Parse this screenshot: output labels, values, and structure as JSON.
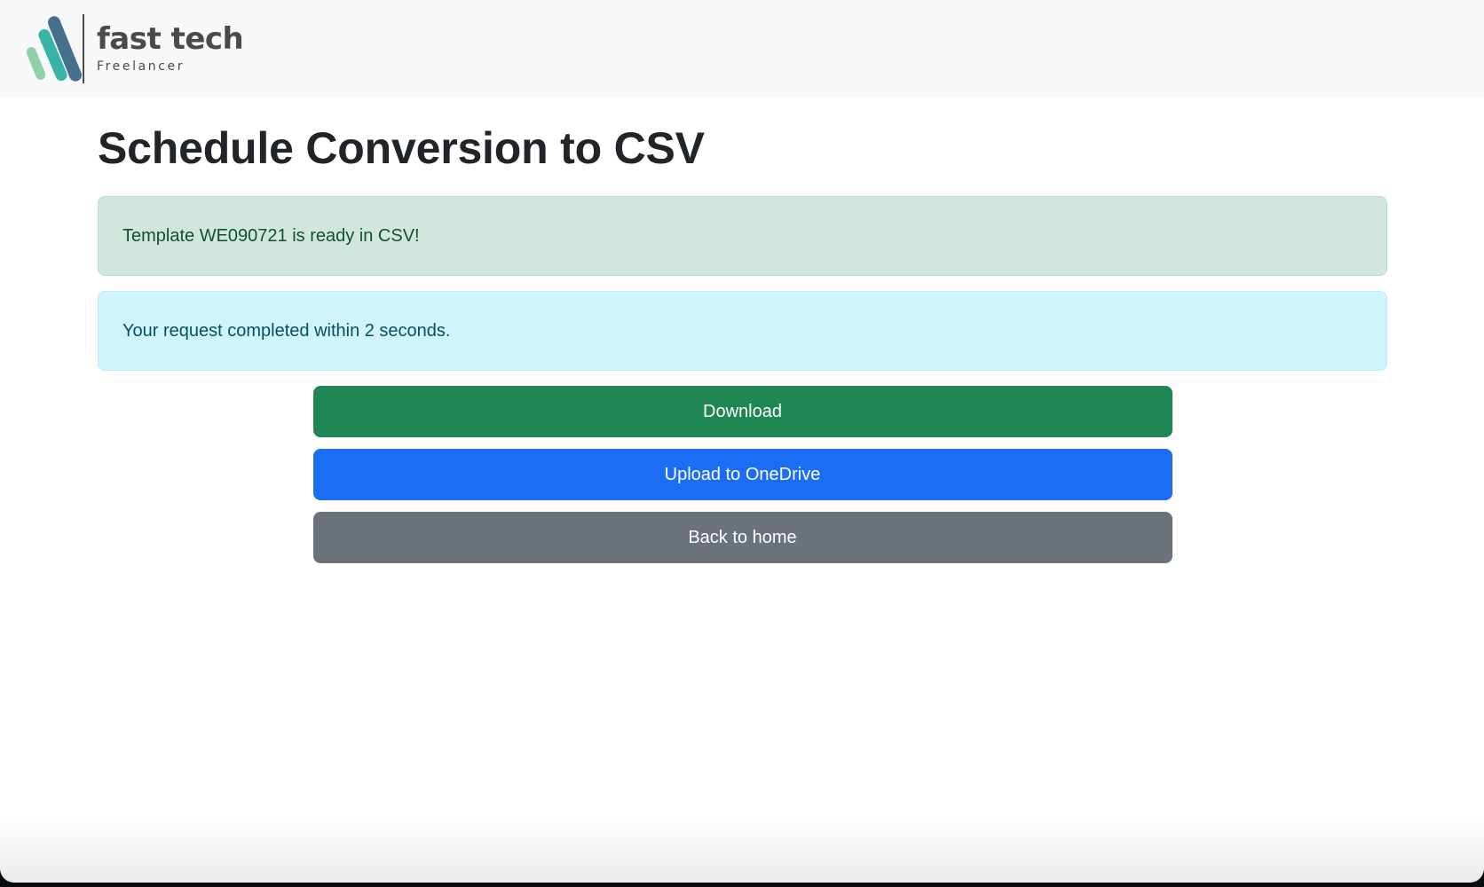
{
  "brand": {
    "name": "fast tech",
    "tagline": "Freelancer"
  },
  "page": {
    "title": "Schedule Conversion to CSV"
  },
  "alerts": [
    {
      "type": "success",
      "text": "Template WE090721 is ready in CSV!"
    },
    {
      "type": "info",
      "text": "Your request completed within 2 seconds."
    }
  ],
  "buttons": [
    {
      "id": "download",
      "label": "Download",
      "color": "#1e8754"
    },
    {
      "id": "upload-onedrive",
      "label": "Upload to OneDrive",
      "color": "#1b6ef3"
    },
    {
      "id": "back-home",
      "label": "Back to home",
      "color": "#6b7279"
    }
  ],
  "colors": {
    "header_bg": "#f7f8f9",
    "logo_green": "#8fd1a4",
    "logo_teal": "#39b3a6",
    "logo_slate": "#44708d",
    "success_bg": "#d1e7dd",
    "success_text": "#0f5132",
    "info_bg": "#cff4fc",
    "info_text": "#055160",
    "button_green": "#1e8754",
    "button_blue": "#1b6ef3",
    "button_gray": "#6b7279"
  }
}
